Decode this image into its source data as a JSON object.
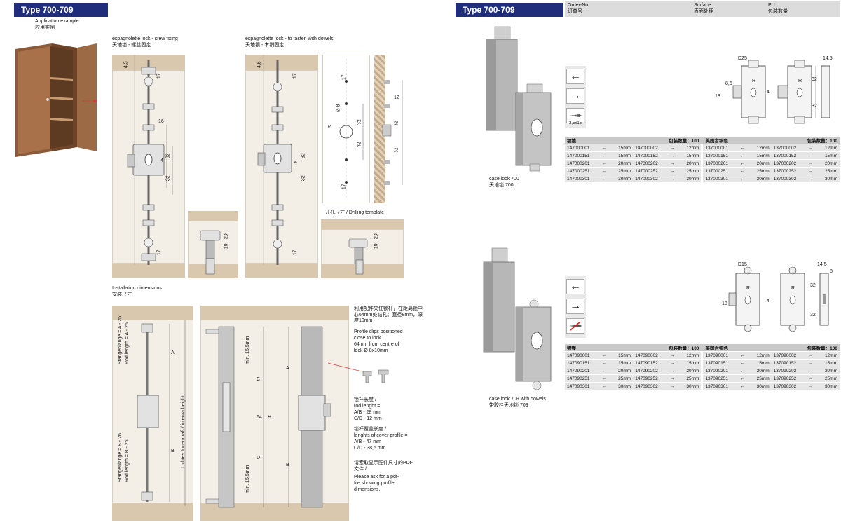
{
  "left_page": {
    "type_tag": "Type 700-709",
    "application_label_en": "Application  example",
    "application_label_cn": "应用实例",
    "screw_fixing_en": "espagnolette lock - srew fixing",
    "screw_fixing_cn": "天地锁 - 螺丝固定",
    "dowels_en": "espagnolette lock - to fasten with dowels",
    "dowels_cn": "天地锁 - 木销固定",
    "drilling_template": "开孔尺寸 / Drilling template",
    "installation_en": "Installation dimensions",
    "installation_cn": "安装尺寸",
    "dims": {
      "d45a": "4,5",
      "d17a": "17",
      "d16": "16",
      "d32a": "32",
      "d4a": "4",
      "d32b": "32",
      "d17b": "17",
      "d1920a": "19 - 20",
      "d45b": "4,5",
      "d17c": "17",
      "d32c": "32",
      "d4b": "4",
      "d32d": "32",
      "d17d": "17",
      "t17a": "17",
      "t8": "Ø 8",
      "tD": "Ø",
      "t32a": "32",
      "t32b": "32",
      "t17b": "17",
      "s12": "12",
      "s32a": "32",
      "s32b": "32",
      "d1920b": "19 - 20",
      "rodA": "Stangenlänge = A - 26",
      "rodA2": "Rod length   = A - 26",
      "rodB": "Stangenlänge = B - 26",
      "rodB2": "Rod length   = B - 26",
      "A": "A",
      "B": "B",
      "inner": "Lichtes Innenmaß / interna height",
      "min155a": "min. 15,5mm",
      "min155b": "min. 15,5mm",
      "C": "C",
      "D": "D",
      "d64": "64",
      "H": "H",
      "A2": "A",
      "B2": "B"
    },
    "notes": {
      "clip_cn": "利用配件夹住锁杆，在距离锁中心64mm处钻孔：直径8mm，深度10mm",
      "clip_en1": "Profile clips positioned",
      "clip_en2": "close to lock.",
      "clip_en3": "64mm from centre of",
      "clip_en4": "lock  Ø 8x10mm",
      "rod_cn": "锁杆长度          /",
      "rod_en1": "rod lenght =",
      "rod_en2": "A/B - 28 mm",
      "rod_en3": "C/D - 12 mm",
      "cover_cn": "锁杆覆盖长度          /",
      "cover_en1": "lenghts of cover profile =",
      "cover_en2": "A/B - 47 mm",
      "cover_en3": "C/D - 38,5 mm",
      "pdf_cn": "请索取显示配件尺寸的PDF文件  /",
      "pdf_en1": "Please ask for a pdf-",
      "pdf_en2": "file showing profile",
      "pdf_en3": "dimensions."
    }
  },
  "right_page": {
    "type_tag": "Type 700-709",
    "header": {
      "order_en": "Order-No",
      "order_cn": "订单号",
      "surface_en": "Surface",
      "surface_cn": "表面处理",
      "pu_en": "PU",
      "pu_cn": "包装数量"
    },
    "lock700": {
      "caption_en": "case lock 700",
      "caption_cn": "天地锁  700",
      "screw_label": "3,5x15",
      "dims": {
        "D25": "D25",
        "d145": "14,5",
        "d85": "8,5",
        "d18": "18",
        "d4": "4",
        "d32": "32",
        "d32b": "32",
        "R": "R",
        "R2": "R"
      },
      "nickel_header": "镀镍",
      "nickel_pu": "包装数量：100",
      "brass_header": "英国古铜色",
      "brass_pu": "包装数量：100",
      "rows": [
        {
          "c1": "147000001",
          "a1": "←",
          "m1": "15mm",
          "c2": "147000002",
          "a2": "→",
          "m2": "12mm",
          "c3": "137000001",
          "a3": "←",
          "m3": "12mm",
          "c4": "137000002",
          "a4": "→",
          "m4": "12mm"
        },
        {
          "c1": "147000151",
          "a1": "←",
          "m1": "15mm",
          "c2": "147000152",
          "a2": "→",
          "m2": "15mm",
          "c3": "137000151",
          "a3": "←",
          "m3": "15mm",
          "c4": "137000152",
          "a4": "→",
          "m4": "15mm"
        },
        {
          "c1": "147000201",
          "a1": "←",
          "m1": "20mm",
          "c2": "147000202",
          "a2": "→",
          "m2": "20mm",
          "c3": "137000201",
          "a3": "←",
          "m3": "20mm",
          "c4": "137000202",
          "a4": "→",
          "m4": "20mm"
        },
        {
          "c1": "147000251",
          "a1": "←",
          "m1": "25mm",
          "c2": "147000252",
          "a2": "→",
          "m2": "25mm",
          "c3": "137000251",
          "a3": "←",
          "m3": "25mm",
          "c4": "137000252",
          "a4": "→",
          "m4": "25mm"
        },
        {
          "c1": "147000301",
          "a1": "←",
          "m1": "30mm",
          "c2": "147000302",
          "a2": "→",
          "m2": "30mm",
          "c3": "137000301",
          "a3": "←",
          "m3": "30mm",
          "c4": "137000302",
          "a4": "→",
          "m4": "30mm"
        }
      ]
    },
    "lock709": {
      "caption_en": "case lock 709 with dowels",
      "caption_cn": "带胶栓天地锁  709",
      "dims": {
        "D15": "D15",
        "d145": "14,5",
        "d8": "8",
        "d18": "18",
        "d4": "4",
        "d32": "32",
        "d32b": "32",
        "R": "R",
        "R2": "R"
      },
      "nickel_header": "镀镍",
      "nickel_pu": "包装数量：100",
      "brass_header": "英国古铜色",
      "brass_pu": "包装数量：100",
      "rows": [
        {
          "c1": "147090001",
          "a1": "←",
          "m1": "15mm",
          "c2": "147090002",
          "a2": "→",
          "m2": "12mm",
          "c3": "137090001",
          "a3": "←",
          "m3": "12mm",
          "c4": "137090002",
          "a4": "→",
          "m4": "12mm"
        },
        {
          "c1": "147090151",
          "a1": "←",
          "m1": "15mm",
          "c2": "147090152",
          "a2": "→",
          "m2": "15mm",
          "c3": "137090151",
          "a3": "←",
          "m3": "15mm",
          "c4": "137090152",
          "a4": "→",
          "m4": "15mm"
        },
        {
          "c1": "147090201",
          "a1": "←",
          "m1": "20mm",
          "c2": "147090202",
          "a2": "→",
          "m2": "20mm",
          "c3": "137090201",
          "a3": "←",
          "m3": "20mm",
          "c4": "137090202",
          "a4": "→",
          "m4": "20mm"
        },
        {
          "c1": "147090251",
          "a1": "←",
          "m1": "25mm",
          "c2": "147090252",
          "a2": "→",
          "m2": "25mm",
          "c3": "137090251",
          "a3": "←",
          "m3": "25mm",
          "c4": "137090252",
          "a4": "→",
          "m4": "25mm"
        },
        {
          "c1": "147090301",
          "a1": "←",
          "m1": "30mm",
          "c2": "147090302",
          "a2": "→",
          "m2": "30mm",
          "c3": "137090301",
          "a3": "←",
          "m3": "30mm",
          "c4": "137090302",
          "a4": "→",
          "m4": "30mm"
        }
      ]
    },
    "icons": {
      "left": "arrow-left-icon",
      "right": "arrow-right-icon",
      "screw": "screw-icon",
      "no_screw": "no-screw-icon"
    }
  },
  "colors": {
    "tag": "#1f2d7b",
    "panel": "#f3eee6",
    "wood": "#d9c7ae",
    "header_bar": "#c9c9c9",
    "row": "#e6e6e6",
    "cabinet": "#8a5a3a"
  }
}
